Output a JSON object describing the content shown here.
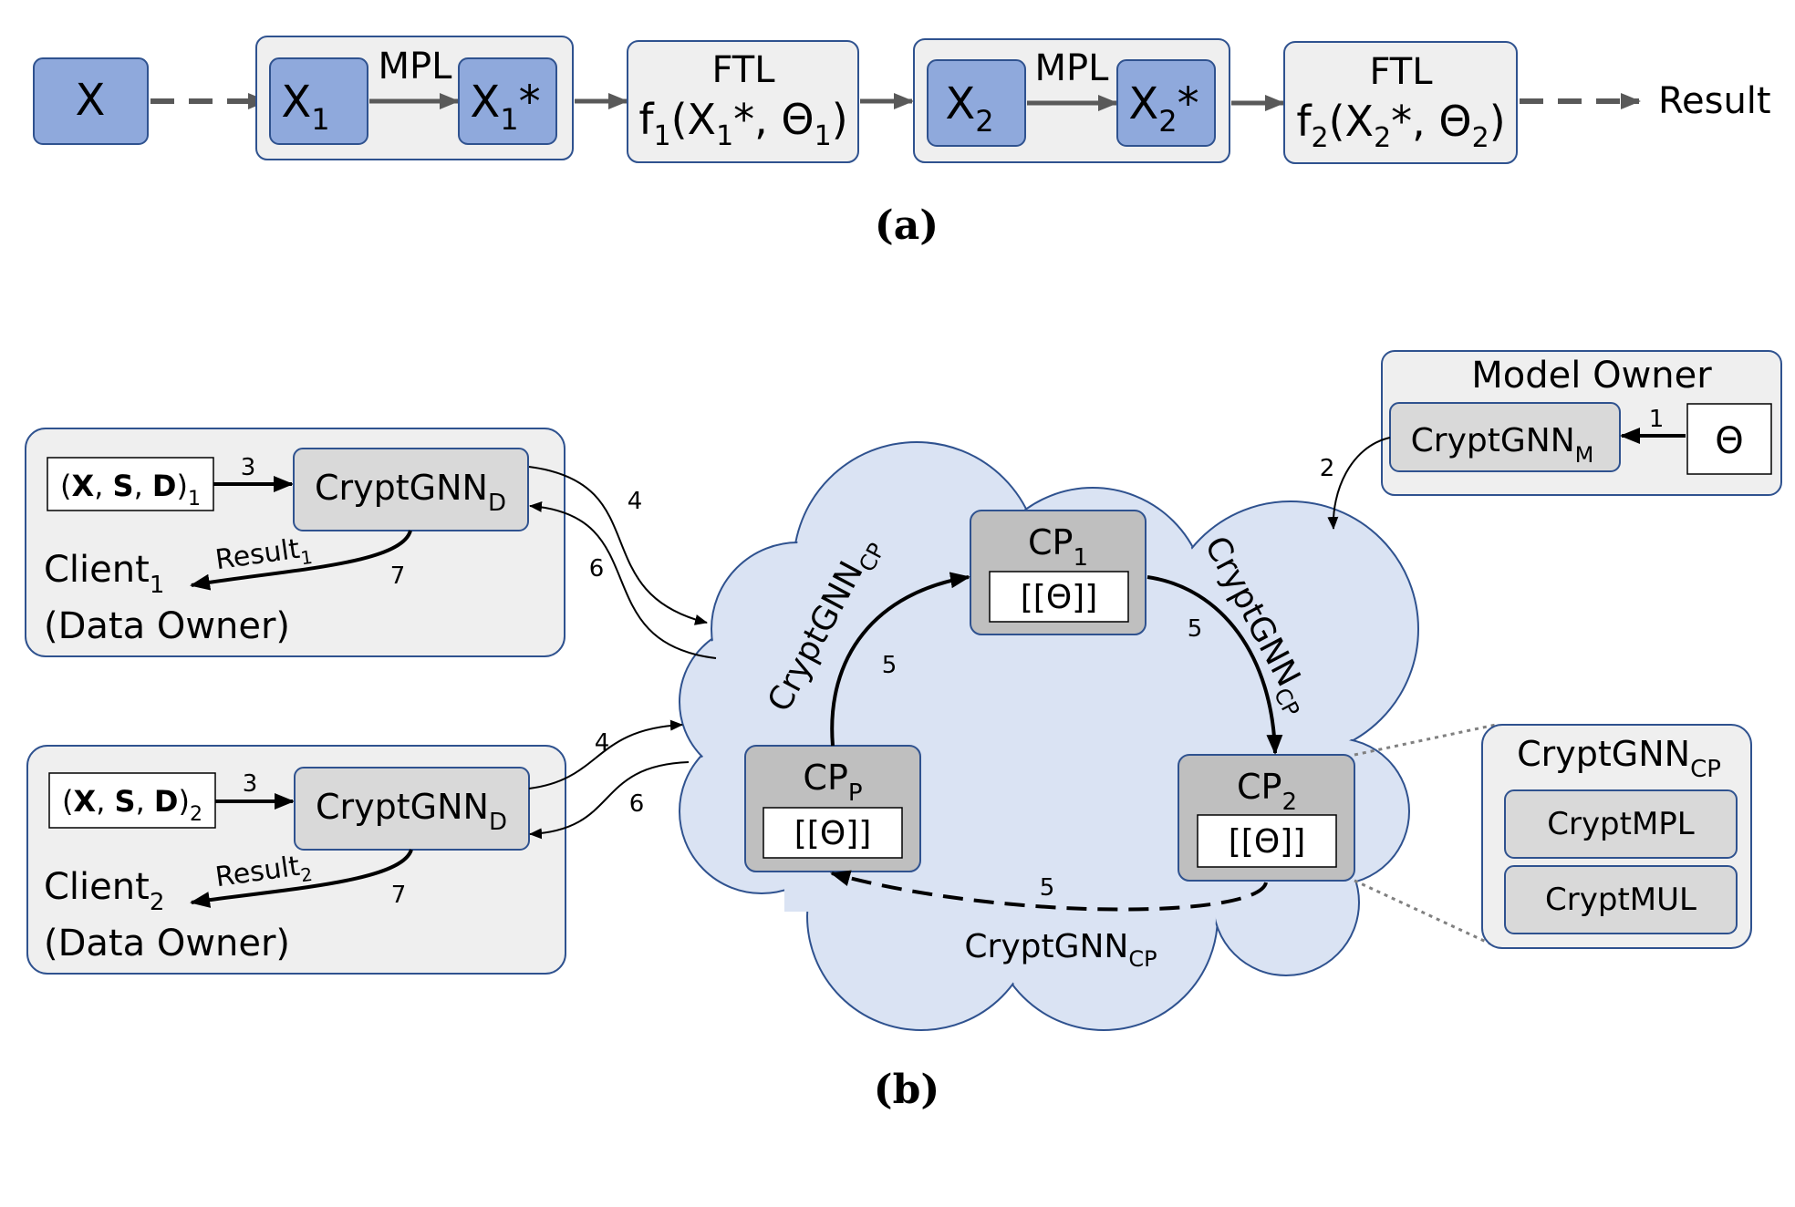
{
  "panel_a": {
    "x": "X",
    "x1": "X",
    "x1_sub": "1",
    "x1s": "X",
    "x1s_sub": "1",
    "x1s_star": "*",
    "mpl1": "MPL",
    "ftl1": "FTL",
    "f1_pre": "f",
    "f1_sub": "1",
    "f1_mid": "(X",
    "f1_x_sub": "1",
    "f1_star": "*, Θ",
    "f1_t_sub": "1",
    "f1_end": ")",
    "x2": "X",
    "x2_sub": "2",
    "x2s": "X",
    "x2s_sub": "2",
    "x2s_star": "*",
    "mpl2": "MPL",
    "ftl2": "FTL",
    "f2_pre": "f",
    "f2_sub": "2",
    "f2_mid": "(X",
    "f2_x_sub": "2",
    "f2_star": "*, Θ",
    "f2_t_sub": "2",
    "f2_end": ")",
    "result": "Result",
    "caption": "(a)"
  },
  "panel_b": {
    "model_owner": {
      "title": "Model Owner",
      "crypt": "CryptGNN",
      "crypt_sub": "M",
      "theta": "Θ"
    },
    "client1": {
      "input_open": "(",
      "input_x": "X",
      "input_c1": ", ",
      "input_s": "S",
      "input_c2": ", ",
      "input_d": "D",
      "input_close": ")",
      "input_sub": "1",
      "crypt": "CryptGNN",
      "crypt_sub": "D",
      "result": "Result",
      "result_sub": "1",
      "name": "Client",
      "name_sub": "1",
      "role": "(Data Owner)"
    },
    "client2": {
      "input_open": "(",
      "input_x": "X",
      "input_c1": ", ",
      "input_s": "S",
      "input_c2": ", ",
      "input_d": "D",
      "input_close": ")",
      "input_sub": "2",
      "crypt": "CryptGNN",
      "crypt_sub": "D",
      "result": "Result",
      "result_sub": "2",
      "name": "Client",
      "name_sub": "2",
      "role": "(Data Owner)"
    },
    "cp1": {
      "name": "CP",
      "sub": "1",
      "share": "[[Θ]]"
    },
    "cp2": {
      "name": "CP",
      "sub": "2",
      "share": "[[Θ]]"
    },
    "cpp": {
      "name": "CP",
      "sub": "P",
      "share": "[[Θ]]"
    },
    "cloud_labels": {
      "left": "CryptGNN",
      "left_sub": "CP",
      "right": "CryptGNN",
      "right_sub": "CP",
      "bottom": "CryptGNN",
      "bottom_sub": "CP"
    },
    "components": {
      "title": "CryptGNN",
      "title_sub": "CP",
      "items": [
        "CryptMPL",
        "CryptMUL"
      ]
    },
    "steps": {
      "s1": "1",
      "s2": "2",
      "c1_s3": "3",
      "c1_s4": "4",
      "c1_s6": "6",
      "c1_s7": "7",
      "c2_s3": "3",
      "c2_s4": "4",
      "c2_s6": "6",
      "c2_s7": "7",
      "cp_left": "5",
      "cp_right": "5",
      "cp_bottom": "5"
    },
    "caption": "(b)"
  },
  "colors": {
    "blue_node": "#8fa9dc",
    "gray_node": "#d9d9d9",
    "group_bg": "#efefef",
    "border": "#2f528f",
    "cloud": "#dae3f3",
    "arrow_gray": "#595959"
  }
}
